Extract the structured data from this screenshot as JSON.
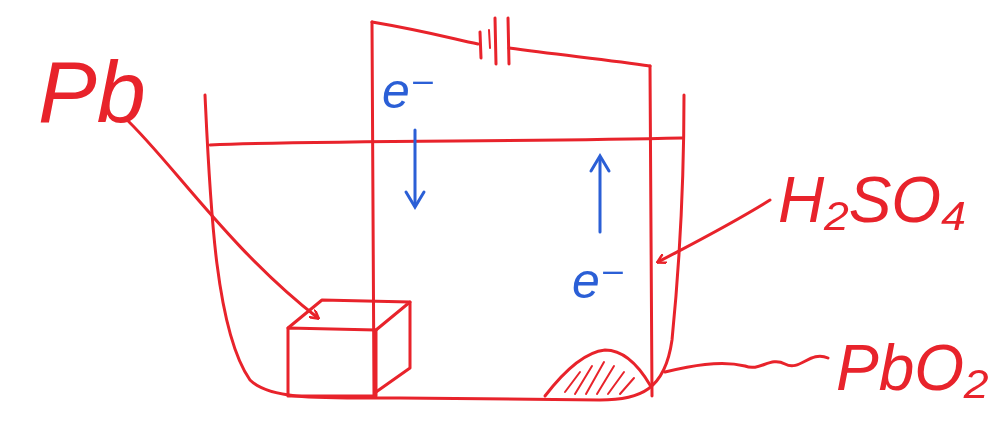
{
  "diagram": {
    "labels": [
      "Pb",
      "e⁻",
      "e⁻",
      "H₂SO₄",
      "PbO₂"
    ]
  }
}
